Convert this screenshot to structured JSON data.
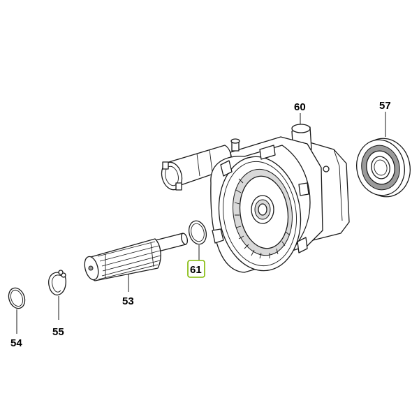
{
  "parts": [
    {
      "id": "p54",
      "number": "54",
      "name": "o-ring-small"
    },
    {
      "id": "p55",
      "number": "55",
      "name": "circlip"
    },
    {
      "id": "p53",
      "number": "53",
      "name": "splined-shaft"
    },
    {
      "id": "p61",
      "number": "61",
      "name": "washer",
      "highlighted": true
    },
    {
      "id": "p60",
      "number": "60",
      "name": "gear-housing"
    },
    {
      "id": "p57",
      "number": "57",
      "name": "ball-bearing"
    }
  ],
  "colors": {
    "line": "#1a1a1a",
    "highlight_box": "#7fb800",
    "background": "#ffffff"
  }
}
